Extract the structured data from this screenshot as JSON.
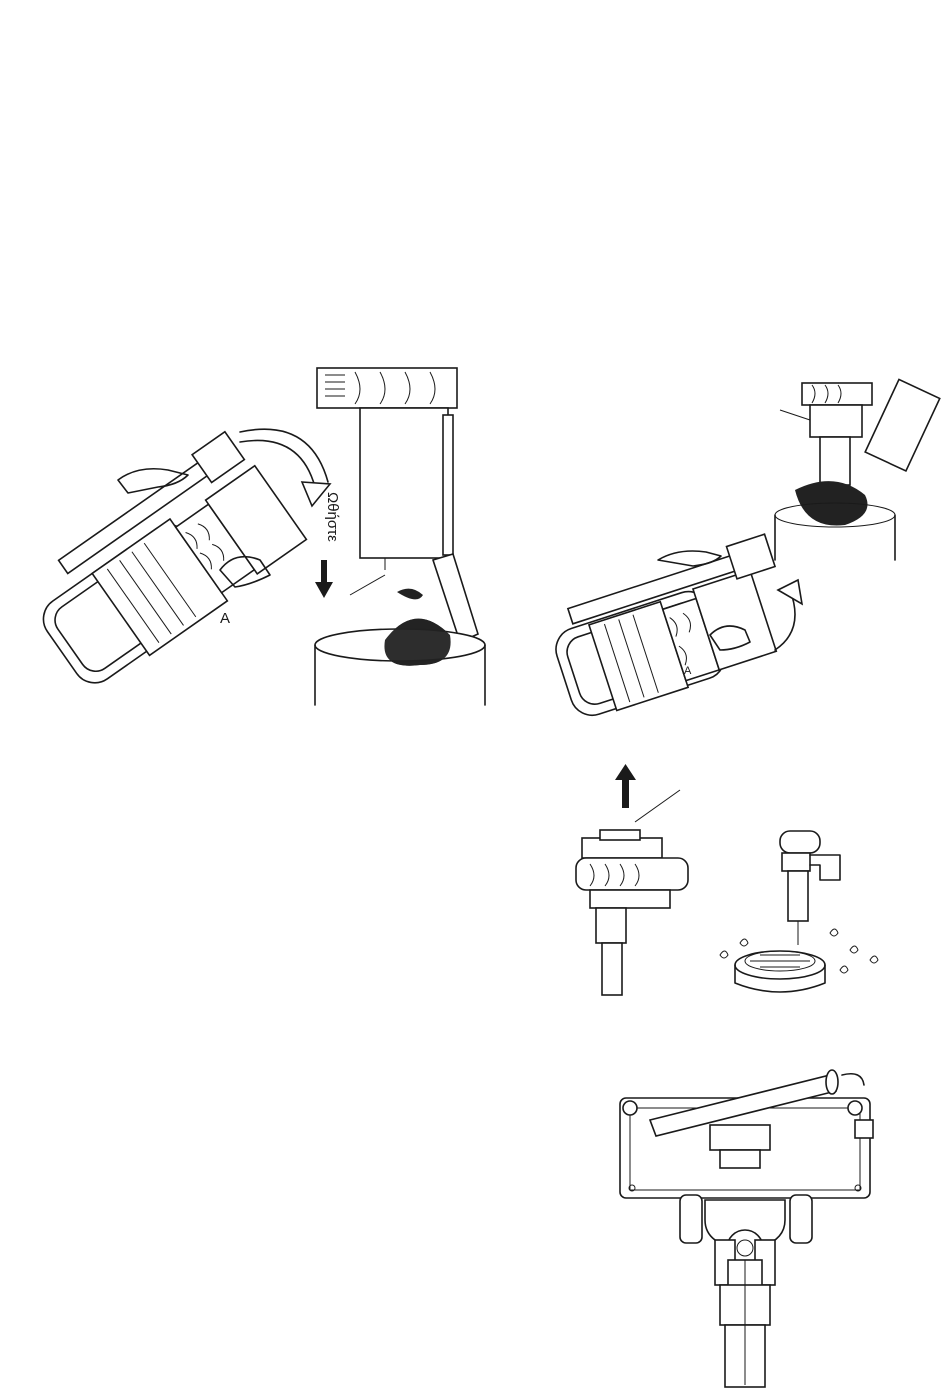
{
  "figures": {
    "fig1": {
      "part_label": "A"
    },
    "fig2": {
      "push_label": "Ωθήστε"
    },
    "fig4": {
      "part_label": "A"
    }
  },
  "icons": [
    "rotate-arrow-icon",
    "down-arrow-icon",
    "up-arrow-icon",
    "rotate-arrow-icon"
  ]
}
